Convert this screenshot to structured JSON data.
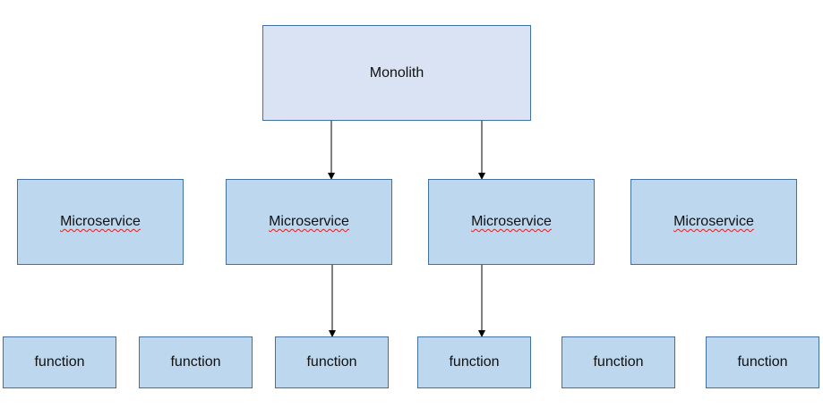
{
  "diagram": {
    "monolith": {
      "label": "Monolith"
    },
    "microservices": [
      {
        "label": "Microservice"
      },
      {
        "label": "Microservice"
      },
      {
        "label": "Microservice"
      },
      {
        "label": "Microservice"
      }
    ],
    "functions": [
      {
        "label": "function"
      },
      {
        "label": "function"
      },
      {
        "label": "function"
      },
      {
        "label": "function"
      },
      {
        "label": "function"
      },
      {
        "label": "function"
      }
    ]
  },
  "colors": {
    "monolith_fill": "#dae3f3",
    "box_fill": "#bdd7ee",
    "box_border": "#41719c",
    "arrow": "#000000",
    "spellcheck": "#e0201b"
  }
}
